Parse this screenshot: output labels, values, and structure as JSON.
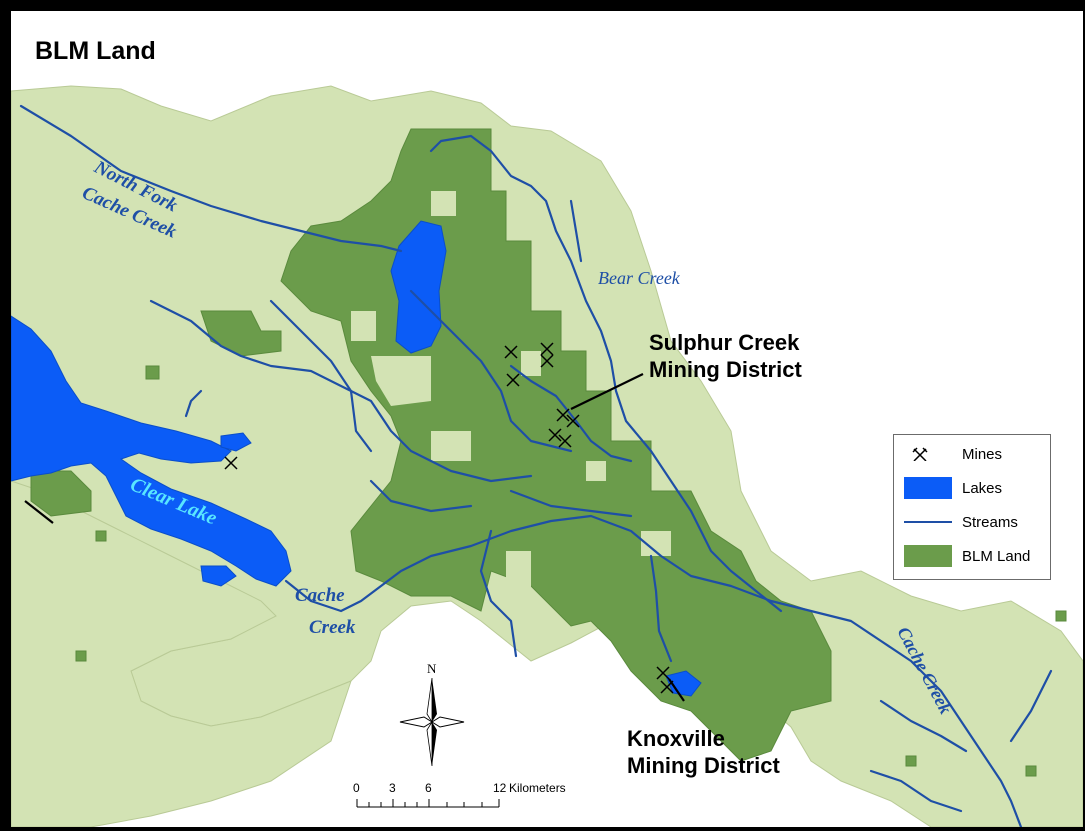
{
  "map": {
    "title": "BLM Land",
    "water_labels": {
      "north_fork_1": "North Fork",
      "north_fork_2": "Cache Creek",
      "bear_creek": "Bear Creek",
      "clear_lake": "Clear Lake",
      "cache_creek_1": "Cache",
      "cache_creek_2": "Creek",
      "cache_creek_east": "Cache Creek"
    },
    "districts": {
      "sulphur_line1": "Sulphur Creek",
      "sulphur_line2": "Mining District",
      "knoxville_line1": "Knoxville",
      "knoxville_line2": "Mining District"
    },
    "north_arrow": "N"
  },
  "legend": {
    "items": [
      {
        "label": "Mines",
        "symbol": "mine-icon"
      },
      {
        "label": "Lakes",
        "symbol": "lake-swatch",
        "color": "#0b5cf7"
      },
      {
        "label": "Streams",
        "symbol": "stream-line",
        "color": "#1e4fa6"
      },
      {
        "label": "BLM Land",
        "symbol": "blm-swatch",
        "color": "#6b9c4b"
      }
    ]
  },
  "scale_bar": {
    "ticks": [
      "0",
      "3",
      "6",
      "12"
    ],
    "unit": "Kilometers"
  },
  "colors": {
    "background_land": "#ffffff",
    "terrain": "#d3e3b4",
    "blm": "#6b9c4b",
    "lake": "#0b5cf7",
    "stream": "#1e4fa6",
    "label_water": "#1e4fa6",
    "label_lake": "#58e6ff"
  }
}
